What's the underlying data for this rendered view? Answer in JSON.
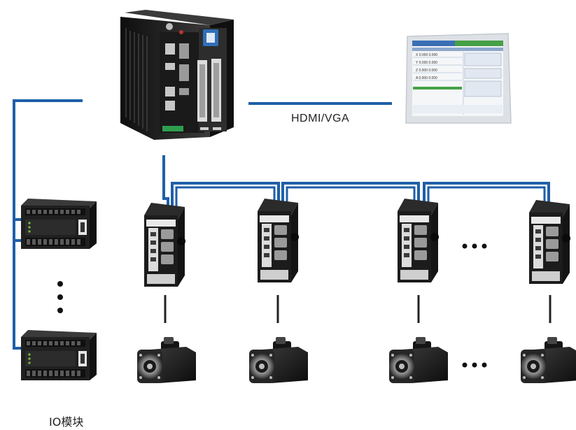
{
  "labels": {
    "hdmi": "HDMI/VGA",
    "io_module": "IO模块"
  },
  "colors": {
    "connection_line": "#1f5fa8",
    "device_dark": "#1b1b1b",
    "screen_frame": "#d9dde2",
    "screen_content": "#f4f6f8"
  },
  "hmi_screen": {
    "rows": [
      {
        "axis": "X",
        "v1": "0.000",
        "v2": "0.000"
      },
      {
        "axis": "Y",
        "v1": "0.000",
        "v2": "0.000"
      },
      {
        "axis": "Z",
        "v1": "0.000",
        "v2": "0.000"
      },
      {
        "axis": "A",
        "v1": "0.000",
        "v2": "0.000"
      }
    ]
  },
  "icons": {
    "controller": "industrial-pc-icon",
    "monitor": "touch-monitor-icon",
    "servo_drive": "servo-drive-icon",
    "servo_motor": "servo-motor-icon",
    "io_module": "plc-io-module-icon"
  }
}
